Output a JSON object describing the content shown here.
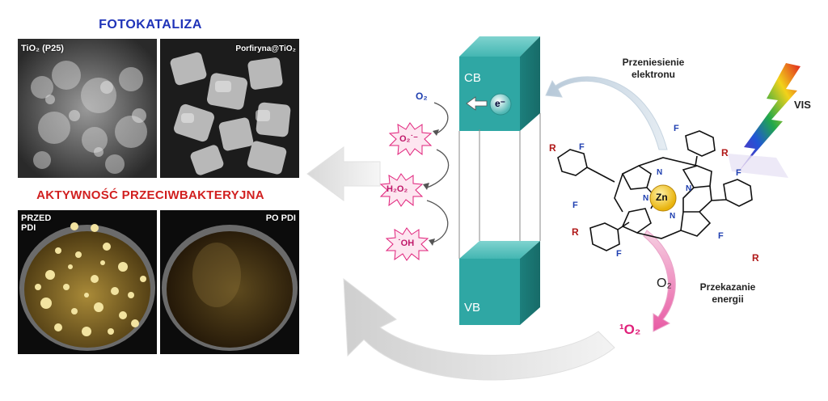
{
  "headings": {
    "photocatalysis": "FOTOKATALIZA",
    "antibacterial": "AKTYWNOŚĆ PRZECIWBAKTERYJNA"
  },
  "photos": {
    "sem_left_label": "TiO₂ (P25)",
    "sem_right_label": "Porfiryna@TiO₂",
    "dish_left_label_line1": "PRZED",
    "dish_left_label_line2": "PDI",
    "dish_right_label": "PO PDI"
  },
  "semiconductor": {
    "cb_label": "CB",
    "vb_label": "VB",
    "electron": "e⁻"
  },
  "species": {
    "o2": "O₂",
    "superoxide": "O₂˙⁻",
    "peroxide": "H₂O₂",
    "hydroxyl": "˙OH"
  },
  "processes": {
    "electron_transfer_line1": "Przeniesienie",
    "electron_transfer_line2": "elektronu",
    "energy_transfer_line1": "Przekazanie",
    "energy_transfer_line2": "energii",
    "vis": "VIS",
    "o2_energy": "O₂",
    "singlet_oxygen": "¹O₂"
  },
  "molecule": {
    "metal": "Zn",
    "substituent": "R",
    "fluorine": "F",
    "nitrogen": "N"
  },
  "colors": {
    "heading_blue": "#1f33b8",
    "heading_red": "#d11f1f",
    "box_teal": "#2fa7a4",
    "ros_pink": "#e0207a",
    "zinc_yellow": "#f2c318"
  }
}
